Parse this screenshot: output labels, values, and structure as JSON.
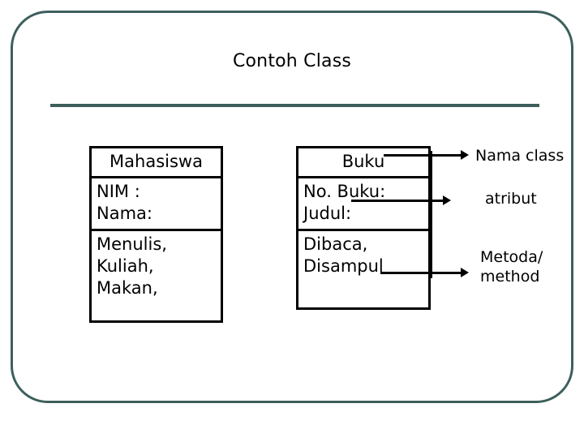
{
  "slide": {
    "title": "Contoh Class",
    "frame_color": "#3d5f5c",
    "rule_color": "#3d5f5c",
    "ink_color": "#000000",
    "background": "#ffffff"
  },
  "diagram": {
    "type": "uml-class-diagram",
    "classes": [
      {
        "id": "mahasiswa",
        "name": "Mahasiswa",
        "attributes": [
          "NIM :",
          "Nama:"
        ],
        "methods": [
          "Menulis,",
          "Kuliah,",
          "Makan,"
        ]
      },
      {
        "id": "buku",
        "name": "Buku",
        "attributes": [
          "No. Buku:",
          "Judul:"
        ],
        "methods": [
          "Dibaca,",
          "Disampul"
        ]
      }
    ],
    "annotations": [
      {
        "id": "class-name",
        "label": "Nama class",
        "points_to": "class-name-compartment"
      },
      {
        "id": "attribute",
        "label": "atribut",
        "points_to": "attribute-compartment"
      },
      {
        "id": "method",
        "label_line1": "Metoda/",
        "label_line2": "method",
        "points_to": "method-compartment"
      }
    ]
  }
}
